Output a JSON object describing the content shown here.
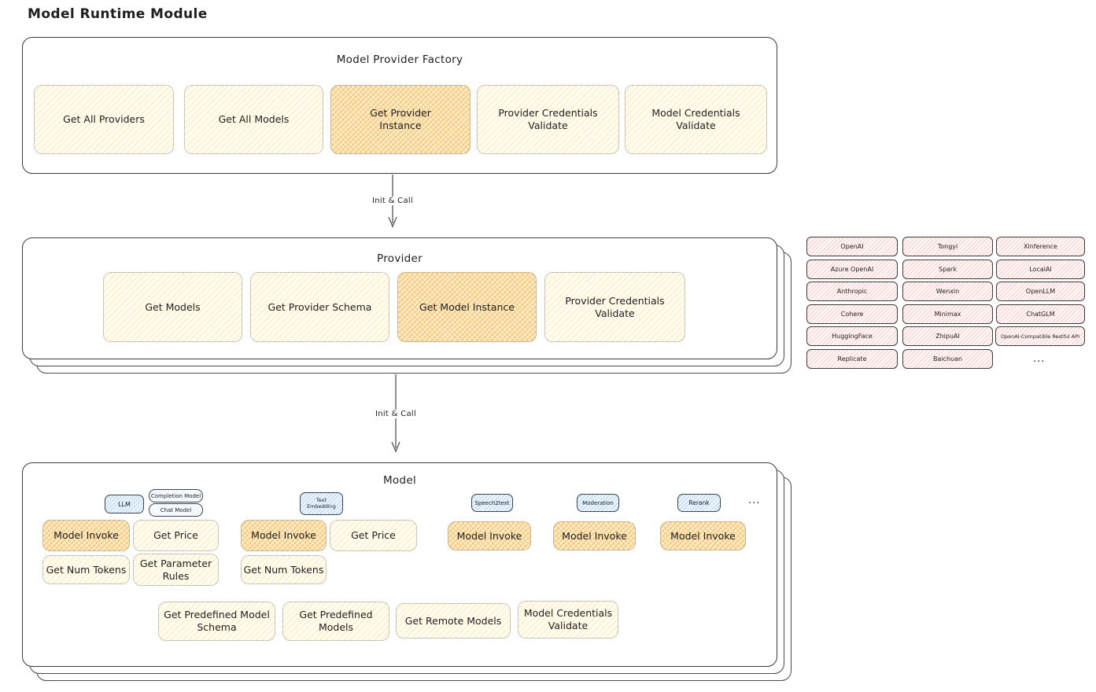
{
  "title": "Model Runtime Module",
  "arrows": {
    "arrow1_label": "Init & Call",
    "arrow2_label": "Init & Call"
  },
  "factory": {
    "label": "Model Provider Factory",
    "boxes": [
      {
        "label": "Get All Providers"
      },
      {
        "label": "Get All Models"
      },
      {
        "label": "Get Provider\nInstance"
      },
      {
        "label": "Provider Credentials\nValidate"
      },
      {
        "label": "Model Credentials\nValidate"
      }
    ]
  },
  "provider": {
    "label": "Provider",
    "boxes": [
      {
        "label": "Get Models"
      },
      {
        "label": "Get Provider Schema"
      },
      {
        "label": "Get Model Instance"
      },
      {
        "label": "Provider Credentials\nValidate"
      }
    ]
  },
  "providers": {
    "columns": [
      [
        "OpenAI",
        "Azure OpenAI",
        "Anthropic",
        "Cohere",
        "HuggingFace",
        "Replicate"
      ],
      [
        "Tongyi",
        "Spark",
        "Wenxin",
        "Minimax",
        "ZhipuAI",
        "Baichuan"
      ],
      [
        "Xinference",
        "LocalAI",
        "OpenLLM",
        "ChatGLM",
        "OpenAI-Compatible Restful API"
      ]
    ],
    "ellipsis": "..."
  },
  "model": {
    "label": "Model",
    "tags": [
      "LLM",
      "Completion Model",
      "Chat Model",
      "Text\nEmbedding",
      "Speech2text",
      "Moderation",
      "Rerank"
    ],
    "ellipsis": "...",
    "buttons": [
      "Model Invoke",
      "Get Price",
      "Get Num Tokens",
      "Get Parameter\nRules",
      "Model Invoke",
      "Get Price",
      "Get Num Tokens",
      "Model Invoke",
      "Model Invoke",
      "Model Invoke",
      "Get Predefined Model\nSchema",
      "Get Predefined\nModels",
      "Get Remote Models",
      "Model Credentials\nValidate"
    ]
  }
}
